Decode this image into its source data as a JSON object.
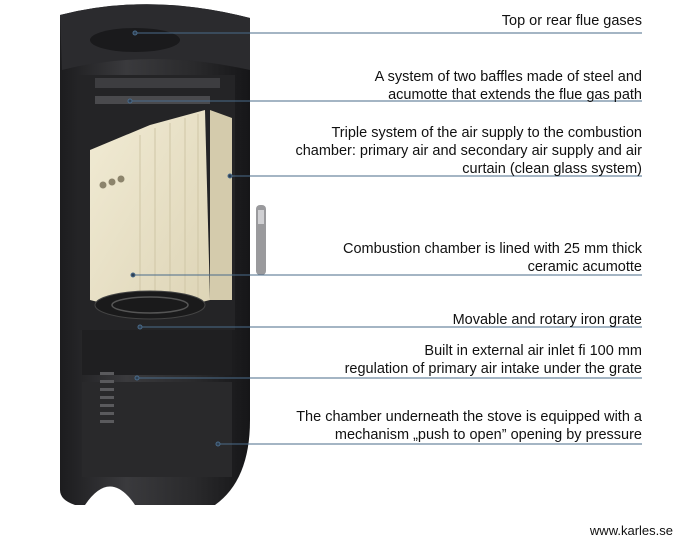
{
  "labels": [
    {
      "lines": [
        "Top or rear flue gases"
      ]
    },
    {
      "lines": [
        "A system of two baffles made of steel and",
        "acumotte that extends the flue gas path"
      ]
    },
    {
      "lines": [
        "Triple system of the air supply to the combustion",
        "chamber: primary air and secondary air supply and air",
        "curtain (clean glass system)"
      ]
    },
    {
      "lines": [
        "Combustion chamber is lined with 25 mm thick",
        "ceramic acumotte"
      ]
    },
    {
      "lines": [
        "Movable and rotary iron grate"
      ]
    },
    {
      "lines": [
        "Built in external air inlet fi 100 mm",
        "regulation of primary air intake under the grate"
      ]
    },
    {
      "lines": [
        "The chamber underneath the stove is equipped with a",
        "mechanism „push to open” opening by pressure"
      ]
    }
  ],
  "website": "www.karles.se",
  "colors": {
    "stove_body": "#2f2f31",
    "stove_dark": "#1e1e20",
    "lining": "#e9e2c9",
    "leader_line": "#4a6b8a"
  }
}
